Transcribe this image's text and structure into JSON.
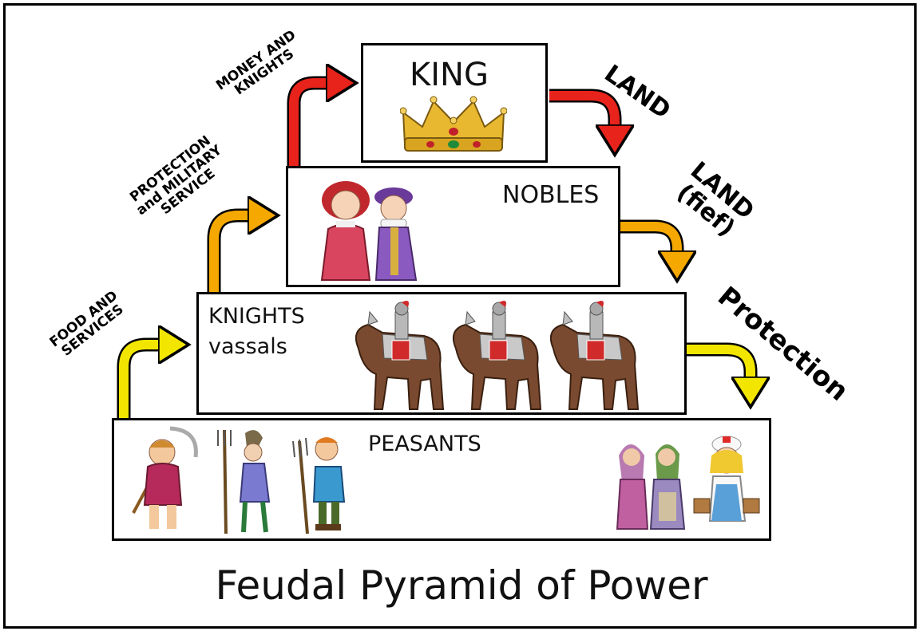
{
  "title": "Feudal Pyramid of Power",
  "tiers": {
    "king": {
      "label": "KING"
    },
    "nobles": {
      "label": "NOBLES"
    },
    "knights": {
      "label": "KNIGHTS",
      "sublabel": "vassals"
    },
    "peasants": {
      "label": "PEASANTS"
    }
  },
  "arrows": {
    "money_knights_line1": "MONEY AND",
    "money_knights_line2": "KNIGHTS",
    "protection_military_line1": "PROTECTION",
    "protection_military_line2": "and MILITARY",
    "protection_military_line3": "SERVICE",
    "food_services_line1": "FOOD AND",
    "food_services_line2": "SERVICES",
    "land": "LAND",
    "land_fief_line1": "LAND",
    "land_fief_line2": "(fief)",
    "protection": "Protection"
  },
  "colors": {
    "red_arrow": "#e8231b",
    "orange_arrow": "#f5a800",
    "yellow_arrow": "#f2e600"
  },
  "icons": [
    "crown-icon",
    "nobles-couple-icon",
    "knight-on-horse-icon",
    "peasant-man-icon",
    "peasant-woman-icon"
  ]
}
